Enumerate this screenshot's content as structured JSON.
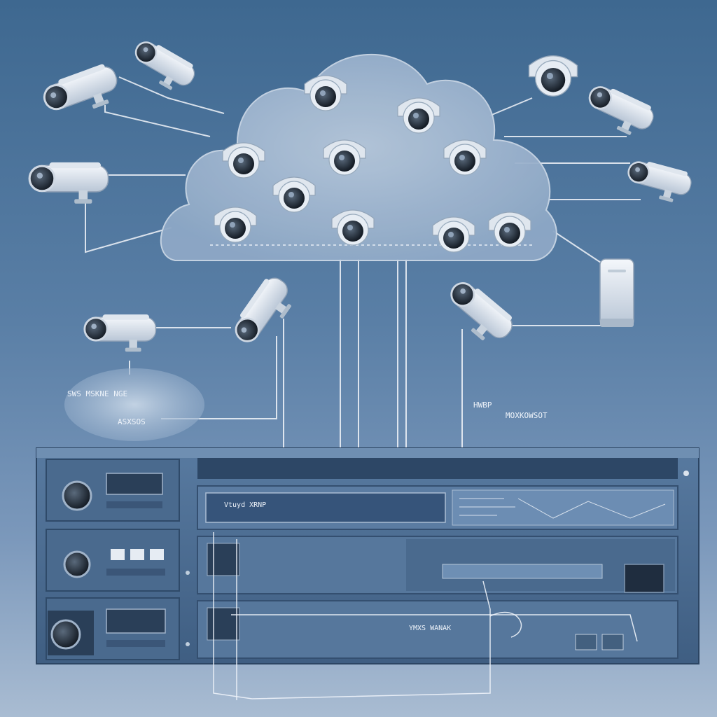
{
  "palette": {
    "background_top": "#3e6890",
    "background_bottom": "#a9bcd2",
    "cloud": "#9fb6d0",
    "camera_body": "#e6ecf3",
    "camera_lens": "#1f2a36",
    "rack": "#4d6d90",
    "rack_dark": "#34506f",
    "wire": "#f2f5f9"
  },
  "labels": {
    "bubble_line1": "SWS MSKNE NGE",
    "bubble_line2": "ASXSOS",
    "right_caption_a": "HWBP",
    "right_caption_b": "MOXKOWSOT",
    "panel_top_label": "Vtuyd XRNP",
    "panel_bottom_label": "YMXS WANAK"
  },
  "icons": {
    "camera": "cctv-camera-icon",
    "dome": "dome-camera-icon",
    "server": "dvr-recorder-icon"
  }
}
